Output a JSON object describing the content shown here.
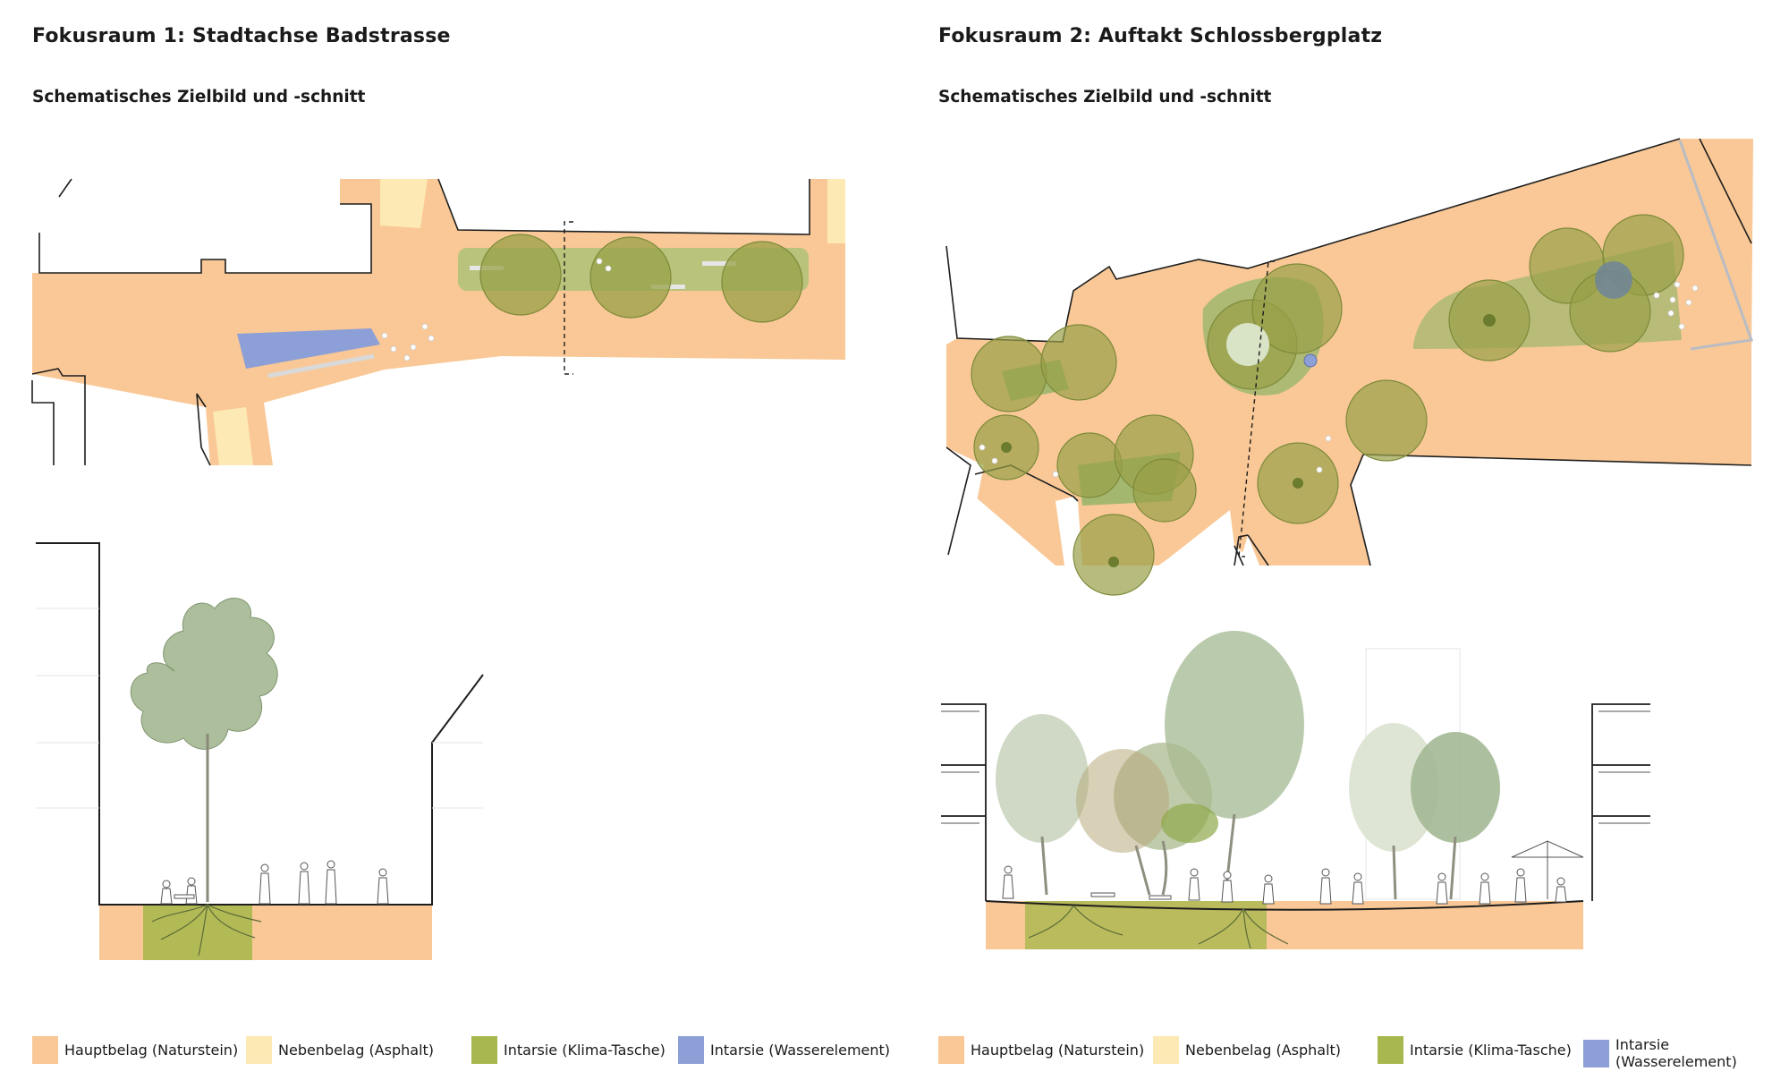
{
  "colors": {
    "hauptbelag": "#f9c896",
    "nebenbelag": "#fde9b4",
    "klima": "#a9b84e",
    "wasser": "#8c9fd6",
    "tree_canopy": "#98a047",
    "tree_outline": "#7d8a3a",
    "green_bed": "#8db365",
    "section_tree": "#9fb38b",
    "line": "#1e1e1e"
  },
  "panels": [
    {
      "title": "Fokusraum 1: Stadtachse Badstrasse",
      "subtitle": "Schematisches Zielbild und -schnitt"
    },
    {
      "title": "Fokusraum 2: Auftakt Schlossbergplatz",
      "subtitle": "Schematisches Zielbild und -schnitt"
    }
  ],
  "legend": [
    {
      "label": "Hauptbelag (Naturstein)",
      "color": "#f9c896"
    },
    {
      "label": "Nebenbelag (Asphalt)",
      "color": "#fde9b4"
    },
    {
      "label": "Intarsie (Klima-Tasche)",
      "color": "#a9b84e"
    },
    {
      "label": "Intarsie (Wasserelement)",
      "color": "#8c9fd6"
    }
  ],
  "icons": {
    "tree": "tree-canopy-icon",
    "person": "person-silhouette-icon",
    "bench": "bench-icon",
    "umbrella": "umbrella-icon"
  }
}
